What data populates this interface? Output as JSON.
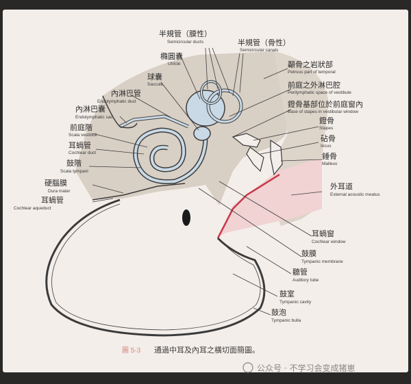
{
  "labels": {
    "semicircular_ducts": {
      "zh": "半規管（膜性）",
      "en": "Semicircular ducts"
    },
    "semicircular_canals": {
      "zh": "半規管（骨性）",
      "en": "Semicircular canals"
    },
    "utricle": {
      "zh": "橢圓囊",
      "en": "Utricle"
    },
    "saccule": {
      "zh": "球囊",
      "en": "Saccule"
    },
    "endolymphatic_duct": {
      "zh": "內淋巴管",
      "en": "Endolymphatic duct"
    },
    "endolymphatic_sac": {
      "zh": "內淋巴囊",
      "en": "Endolymphatic sac"
    },
    "scala_vestibuli": {
      "zh": "前庭階",
      "en": "Scala vestibuli"
    },
    "cochlear_duct": {
      "zh": "耳蝸管",
      "en": "Cochlear duct"
    },
    "scala_tympani": {
      "zh": "鼓階",
      "en": "Scala tympani"
    },
    "dura_mater": {
      "zh": "硬腦膜",
      "en": "Dura mater"
    },
    "cochlear_aqueduct": {
      "zh": "耳蝸管",
      "en": "Cochlear aqueduct"
    },
    "petrous_part": {
      "zh": "顳骨之岩狀部",
      "en": "Petrous part of temporal"
    },
    "perilymphatic_space": {
      "zh": "前庭之外淋巴腔",
      "en": "Perilymphatic space of vestibule"
    },
    "base_of_stapes": {
      "zh": "鐙骨基部位於前庭窗內",
      "en": "Base of stapes in vestibular window"
    },
    "stapes": {
      "zh": "鐙骨",
      "en": "Stapes"
    },
    "incus": {
      "zh": "砧骨",
      "en": "Incus"
    },
    "malleus": {
      "zh": "錘骨",
      "en": "Malleus"
    },
    "external_meatus": {
      "zh": "外耳道",
      "en": "External acoustic meatus"
    },
    "cochlear_window": {
      "zh": "耳蝸窗",
      "en": "Cochlear window"
    },
    "tympanic_membrane": {
      "zh": "鼓膜",
      "en": "Tympanic membrane"
    },
    "auditory_tube": {
      "zh": "聽管",
      "en": "Auditory tube"
    },
    "tympanic_cavity": {
      "zh": "鼓室",
      "en": "Tympanic cavity"
    },
    "tympanic_bulla": {
      "zh": "鼓泡",
      "en": "Tympanic bulla"
    }
  },
  "caption": {
    "number": "圖 5-3",
    "text": "通過中耳及內耳之橫切面簡圖。"
  },
  "watermark": "公众号 · 不学习会变成猪崽",
  "colors": {
    "bone": "#d8cfc5",
    "fluid": "#c9d9e6",
    "meatus": "#f1d3d3",
    "membrane": "#c8384a",
    "ink": "#3b3b3b"
  }
}
